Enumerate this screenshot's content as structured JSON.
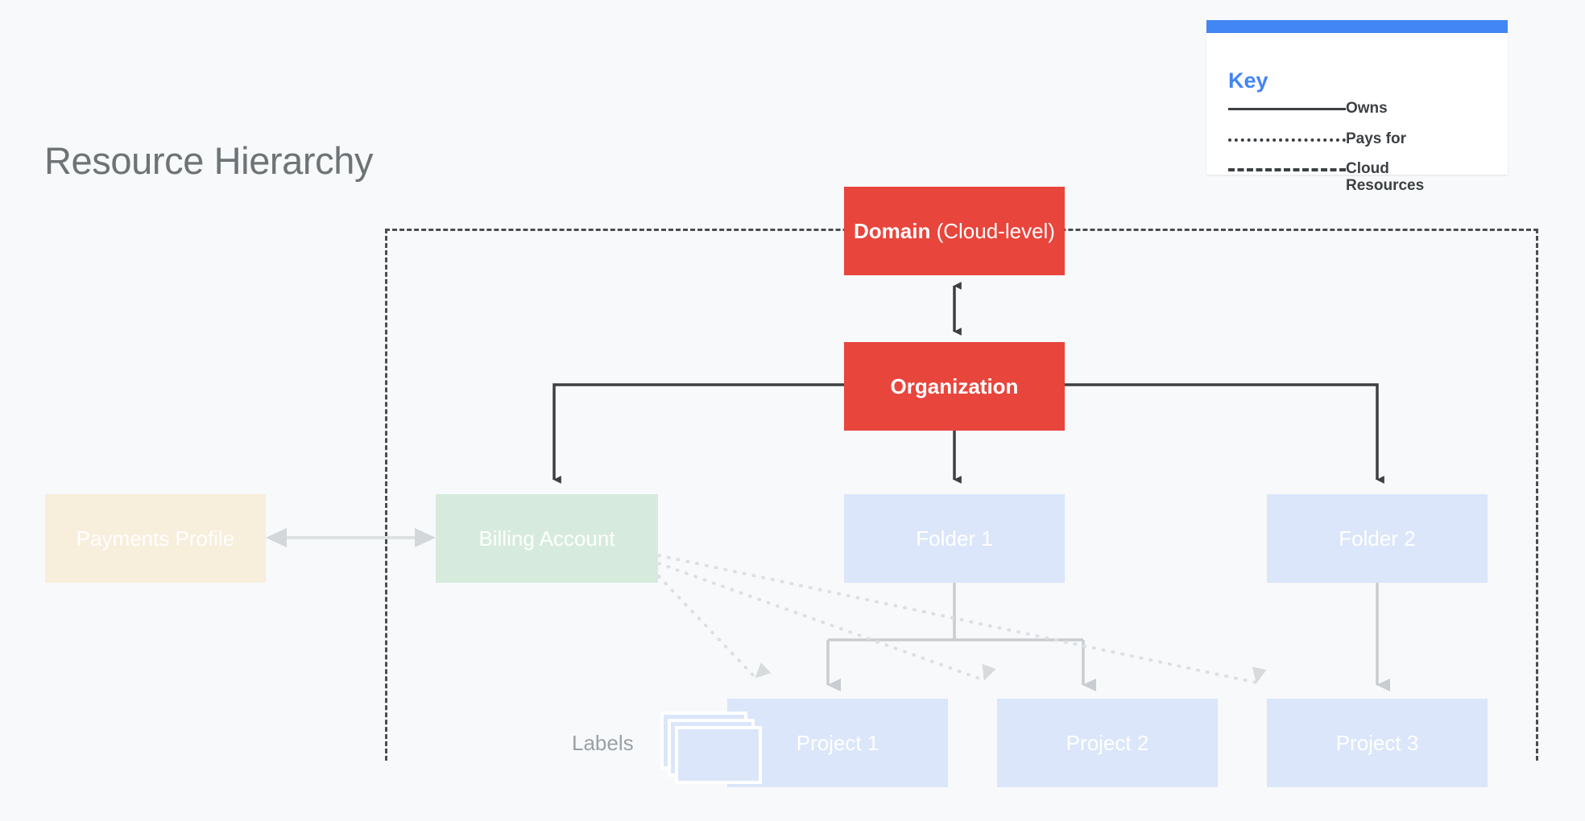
{
  "page": {
    "title": "Resource Hierarchy",
    "background_color": "#F7F9FA"
  },
  "key": {
    "title": "Key",
    "accent_color": "#4285F4",
    "rows": [
      {
        "style": "solid",
        "label": "Owns"
      },
      {
        "style": "dotted",
        "label": "Pays for"
      },
      {
        "style": "dashed",
        "label": "Cloud Resources"
      }
    ]
  },
  "annotations": {
    "labels": "Labels"
  },
  "nodes": {
    "domain": {
      "title": "Domain",
      "suffix": " (Cloud-level)",
      "color": "#E8453C"
    },
    "organization": {
      "title": "Organization",
      "color": "#E8453C"
    },
    "payments": {
      "title": "Payments Profile",
      "color": "#F7EEDC"
    },
    "billing": {
      "title": "Billing Account",
      "color": "#D6EBDD"
    },
    "folder1": {
      "title": "Folder 1",
      "color": "#DBE6FA"
    },
    "folder2": {
      "title": "Folder 2",
      "color": "#DBE6FA"
    },
    "project1": {
      "title": "Project 1",
      "color": "#DBE6FA"
    },
    "project2": {
      "title": "Project 2",
      "color": "#DBE6FA"
    },
    "project3": {
      "title": "Project 3",
      "color": "#DBE6FA"
    }
  },
  "edges": [
    {
      "from": "domain",
      "to": "organization",
      "type": "owns",
      "bidirectional": true
    },
    {
      "from": "organization",
      "to": "billing",
      "type": "owns"
    },
    {
      "from": "organization",
      "to": "folder1",
      "type": "owns"
    },
    {
      "from": "organization",
      "to": "folder2",
      "type": "owns"
    },
    {
      "from": "payments",
      "to": "billing",
      "type": "owns",
      "bidirectional": true
    },
    {
      "from": "folder1",
      "to": "project1",
      "type": "owns"
    },
    {
      "from": "folder1",
      "to": "project2",
      "type": "owns"
    },
    {
      "from": "folder2",
      "to": "project3",
      "type": "owns"
    },
    {
      "from": "billing",
      "to": "project1",
      "type": "pays-for"
    },
    {
      "from": "billing",
      "to": "project2",
      "type": "pays-for"
    },
    {
      "from": "billing",
      "to": "project3",
      "type": "pays-for"
    }
  ],
  "cloud_boundary": {
    "style": "dashed",
    "encloses": [
      "domain",
      "organization",
      "billing",
      "folder1",
      "folder2",
      "project1",
      "project2",
      "project3"
    ]
  }
}
